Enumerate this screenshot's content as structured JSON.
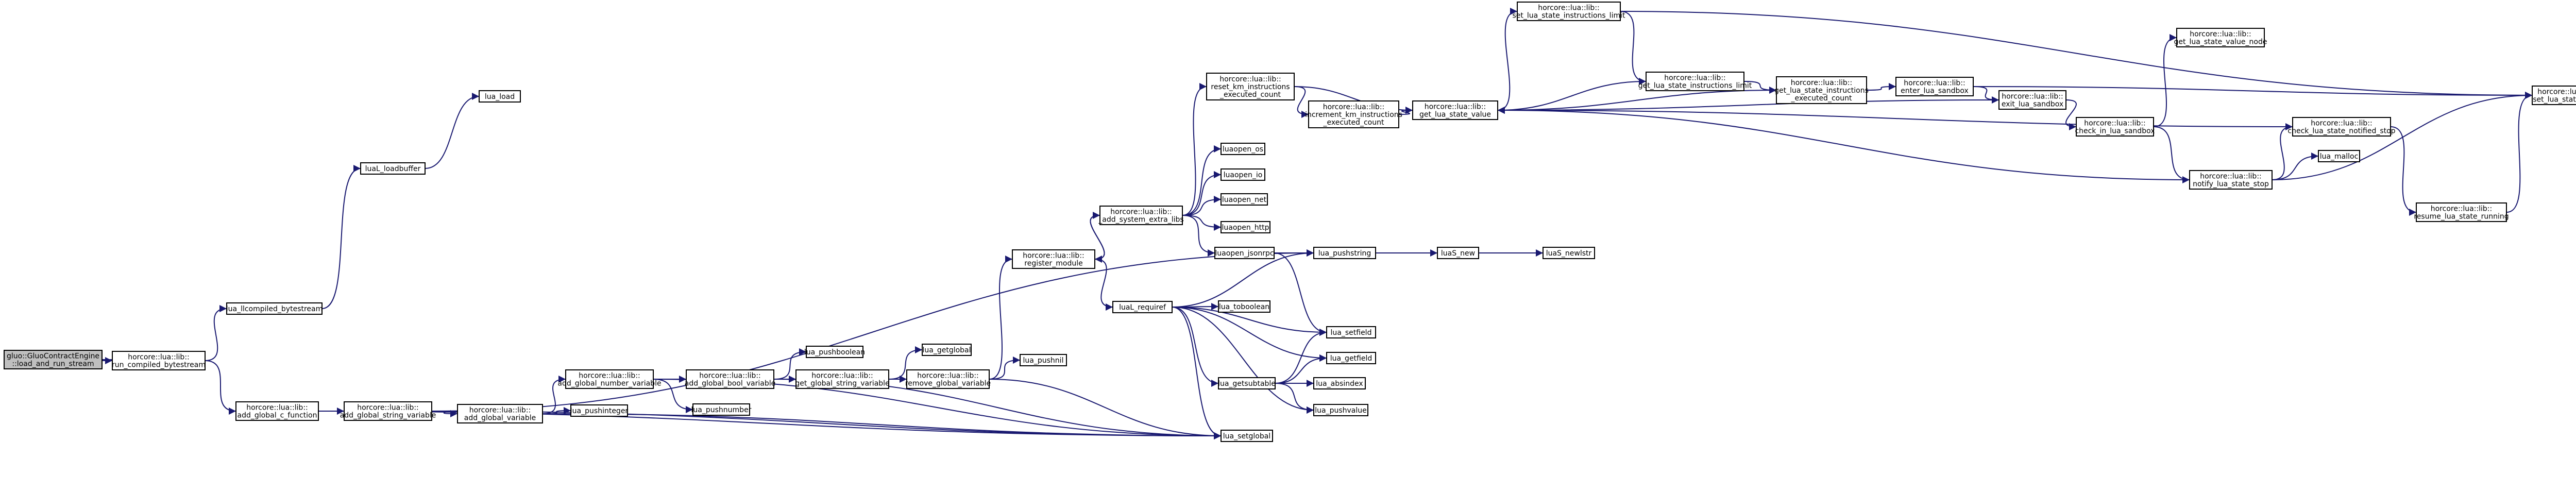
{
  "diagram": {
    "type": "call-graph",
    "colors": {
      "edge": "#191970",
      "node_border": "#000000",
      "root_fill": "#bfbfbf",
      "node_fill": "#ffffff"
    },
    "nodes": [
      {
        "id": "root",
        "lines": [
          "gluo::GluoContractEngine",
          "::load_and_run_stream"
        ]
      },
      {
        "id": "run_compiled",
        "lines": [
          "horcore::lua::lib::",
          "run_compiled_bytestream"
        ]
      },
      {
        "id": "lua_loadbuf",
        "lines": [
          "lua_llcompiled_bytestream"
        ]
      },
      {
        "id": "lual_loadbuffer",
        "lines": [
          "luaL_loadbuffer"
        ]
      },
      {
        "id": "lua_load",
        "lines": [
          "lua_load"
        ]
      },
      {
        "id": "add_c_function",
        "lines": [
          "horcore::lua::lib::",
          "add_global_c_function"
        ]
      },
      {
        "id": "add_string",
        "lines": [
          "horcore::lua::lib::",
          "add_global_string_variable"
        ]
      },
      {
        "id": "add_variable",
        "lines": [
          "horcore::lua::lib::",
          "add_global_variable"
        ]
      },
      {
        "id": "add_number",
        "lines": [
          "horcore::lua::lib::",
          "add_global_number_variable"
        ]
      },
      {
        "id": "add_bool",
        "lines": [
          "horcore::lua::lib::",
          "add_global_bool_variable"
        ]
      },
      {
        "id": "get_string",
        "lines": [
          "horcore::lua::lib::",
          "get_global_string_variable"
        ]
      },
      {
        "id": "remove_var",
        "lines": [
          "horcore::lua::lib::",
          "remove_global_variable"
        ]
      },
      {
        "id": "register_module",
        "lines": [
          "horcore::lua::lib::",
          "register_module"
        ]
      },
      {
        "id": "add_system_libs",
        "lines": [
          "horcore::lua::lib::",
          "_add_system_extra_libs"
        ]
      },
      {
        "id": "reset_km",
        "lines": [
          "horcore::lua::lib::",
          "reset_km_instructions",
          "_executed_count"
        ]
      },
      {
        "id": "increment_km",
        "lines": [
          "horcore::lua::lib::",
          "increment_km_instructions",
          "_executed_count"
        ]
      },
      {
        "id": "get_state_value",
        "lines": [
          "horcore::lua::lib::",
          "get_lua_state_value"
        ]
      },
      {
        "id": "set_limit",
        "lines": [
          "horcore::lua::lib::",
          "set_lua_state_instructions_limit"
        ]
      },
      {
        "id": "get_limit",
        "lines": [
          "horcore::lua::lib::",
          "get_lua_state_instructions_limit"
        ]
      },
      {
        "id": "get_exec_count",
        "lines": [
          "horcore::lua::lib::",
          "get_lua_state_instructions",
          "_executed_count"
        ]
      },
      {
        "id": "enter_sandbox",
        "lines": [
          "horcore::lua::lib::",
          "enter_lua_sandbox"
        ]
      },
      {
        "id": "exit_sandbox",
        "lines": [
          "horcore::lua::lib::",
          "exit_lua_sandbox"
        ]
      },
      {
        "id": "check_sandbox",
        "lines": [
          "horcore::lua::lib::",
          "check_in_lua_sandbox"
        ]
      },
      {
        "id": "get_value_node",
        "lines": [
          "horcore::lua::lib::",
          "get_lua_state_value_node"
        ]
      },
      {
        "id": "check_notified",
        "lines": [
          "horcore::lua::lib::",
          "check_lua_state_notified_stop"
        ]
      },
      {
        "id": "notify_stop",
        "lines": [
          "horcore::lua::lib::",
          "notify_lua_state_stop"
        ]
      },
      {
        "id": "lua_malloc",
        "lines": [
          "lua_malloc"
        ]
      },
      {
        "id": "resume_running",
        "lines": [
          "horcore::lua::lib::",
          "resume_lua_state_running"
        ]
      },
      {
        "id": "set_state_value",
        "lines": [
          "horcore::lua::lib::",
          "set_lua_state_value"
        ]
      },
      {
        "id": "open_os",
        "lines": [
          "luaopen_os"
        ]
      },
      {
        "id": "open_io",
        "lines": [
          "luaopen_io"
        ]
      },
      {
        "id": "open_net",
        "lines": [
          "luaopen_net"
        ]
      },
      {
        "id": "open_http",
        "lines": [
          "luaopen_http"
        ]
      },
      {
        "id": "open_jsonrpc",
        "lines": [
          "luaopen_jsonrpc"
        ]
      },
      {
        "id": "lua_pushstring",
        "lines": [
          "lua_pushstring"
        ]
      },
      {
        "id": "luaS_new",
        "lines": [
          "luaS_new"
        ]
      },
      {
        "id": "luaS_newlstr",
        "lines": [
          "luaS_newlstr"
        ]
      },
      {
        "id": "lual_require",
        "lines": [
          "luaL_requiref"
        ]
      },
      {
        "id": "lua_toboolean",
        "lines": [
          "lua_toboolean"
        ]
      },
      {
        "id": "lua_setfield",
        "lines": [
          "lua_setfield"
        ]
      },
      {
        "id": "lua_getfield",
        "lines": [
          "lua_getfield"
        ]
      },
      {
        "id": "lua_gettable",
        "lines": [
          "lua_getsubtable"
        ]
      },
      {
        "id": "lua_absindex",
        "lines": [
          "lua_absindex"
        ]
      },
      {
        "id": "lua_pushvalue",
        "lines": [
          "lua_pushvalue"
        ]
      },
      {
        "id": "lua_pushboolean",
        "lines": [
          "lua_pushboolean"
        ]
      },
      {
        "id": "lua_getglobal",
        "lines": [
          "lua_getglobal"
        ]
      },
      {
        "id": "lua_pushnil",
        "lines": [
          "lua_pushnil"
        ]
      },
      {
        "id": "lua_pushinteger",
        "lines": [
          "lua_pushinteger"
        ]
      },
      {
        "id": "lua_pushnumber",
        "lines": [
          "lua_pushnumber"
        ]
      },
      {
        "id": "lua_setglobal",
        "lines": [
          "lua_setglobal"
        ]
      }
    ],
    "edges": [
      [
        "root",
        "run_compiled"
      ],
      [
        "run_compiled",
        "lua_loadbuf"
      ],
      [
        "run_compiled",
        "add_c_function"
      ],
      [
        "lua_loadbuf",
        "lual_loadbuffer"
      ],
      [
        "lual_loadbuffer",
        "lua_load"
      ],
      [
        "add_c_function",
        "add_string"
      ],
      [
        "add_c_function",
        "lua_setglobal"
      ],
      [
        "add_string",
        "add_variable"
      ],
      [
        "add_string",
        "lua_pushstring"
      ],
      [
        "add_string",
        "lua_setglobal"
      ],
      [
        "add_variable",
        "add_number"
      ],
      [
        "add_variable",
        "lua_pushinteger"
      ],
      [
        "add_variable",
        "lua_setglobal"
      ],
      [
        "add_number",
        "add_bool"
      ],
      [
        "add_number",
        "lua_pushnumber"
      ],
      [
        "add_number",
        "lua_setglobal"
      ],
      [
        "add_bool",
        "lua_pushboolean"
      ],
      [
        "add_bool",
        "get_string"
      ],
      [
        "add_bool",
        "lua_setglobal"
      ],
      [
        "get_string",
        "lua_getglobal"
      ],
      [
        "get_string",
        "remove_var"
      ],
      [
        "remove_var",
        "lua_pushnil"
      ],
      [
        "remove_var",
        "register_module"
      ],
      [
        "remove_var",
        "lua_setglobal"
      ],
      [
        "register_module",
        "add_system_libs"
      ],
      [
        "register_module",
        "lual_require"
      ],
      [
        "add_system_libs",
        "register_module"
      ],
      [
        "add_system_libs",
        "reset_km"
      ],
      [
        "add_system_libs",
        "open_os"
      ],
      [
        "add_system_libs",
        "open_io"
      ],
      [
        "add_system_libs",
        "open_net"
      ],
      [
        "add_system_libs",
        "open_http"
      ],
      [
        "add_system_libs",
        "open_jsonrpc"
      ],
      [
        "reset_km",
        "increment_km"
      ],
      [
        "reset_km",
        "get_state_value"
      ],
      [
        "increment_km",
        "get_state_value"
      ],
      [
        "get_state_value",
        "set_limit"
      ],
      [
        "set_limit",
        "get_limit"
      ],
      [
        "set_limit",
        "set_state_value"
      ],
      [
        "get_limit",
        "get_state_value"
      ],
      [
        "get_limit",
        "get_exec_count"
      ],
      [
        "get_exec_count",
        "get_state_value"
      ],
      [
        "get_exec_count",
        "enter_sandbox"
      ],
      [
        "enter_sandbox",
        "exit_sandbox"
      ],
      [
        "enter_sandbox",
        "set_state_value"
      ],
      [
        "exit_sandbox",
        "check_sandbox"
      ],
      [
        "exit_sandbox",
        "get_state_value"
      ],
      [
        "check_sandbox",
        "get_value_node"
      ],
      [
        "check_sandbox",
        "notify_stop"
      ],
      [
        "check_notified",
        "get_state_value"
      ],
      [
        "check_notified",
        "resume_running"
      ],
      [
        "notify_stop",
        "check_notified"
      ],
      [
        "notify_stop",
        "lua_malloc"
      ],
      [
        "notify_stop",
        "set_state_value"
      ],
      [
        "notify_stop",
        "get_state_value"
      ],
      [
        "resume_running",
        "set_state_value"
      ],
      [
        "open_jsonrpc",
        "lua_pushstring"
      ],
      [
        "open_jsonrpc",
        "lua_setfield"
      ],
      [
        "lua_pushstring",
        "luaS_new"
      ],
      [
        "luaS_new",
        "luaS_newlstr"
      ],
      [
        "lual_require",
        "lua_pushstring"
      ],
      [
        "lual_require",
        "lua_toboolean"
      ],
      [
        "lual_require",
        "lua_setfield"
      ],
      [
        "lual_require",
        "lua_getfield"
      ],
      [
        "lual_require",
        "lua_gettable"
      ],
      [
        "lual_require",
        "lua_pushvalue"
      ],
      [
        "lual_require",
        "lua_setglobal"
      ],
      [
        "lua_gettable",
        "lua_setfield"
      ],
      [
        "lua_gettable",
        "lua_getfield"
      ],
      [
        "lua_gettable",
        "lua_absindex"
      ],
      [
        "lua_gettable",
        "lua_pushvalue"
      ],
      [
        "add_string",
        "lua_pushstring"
      ]
    ]
  }
}
